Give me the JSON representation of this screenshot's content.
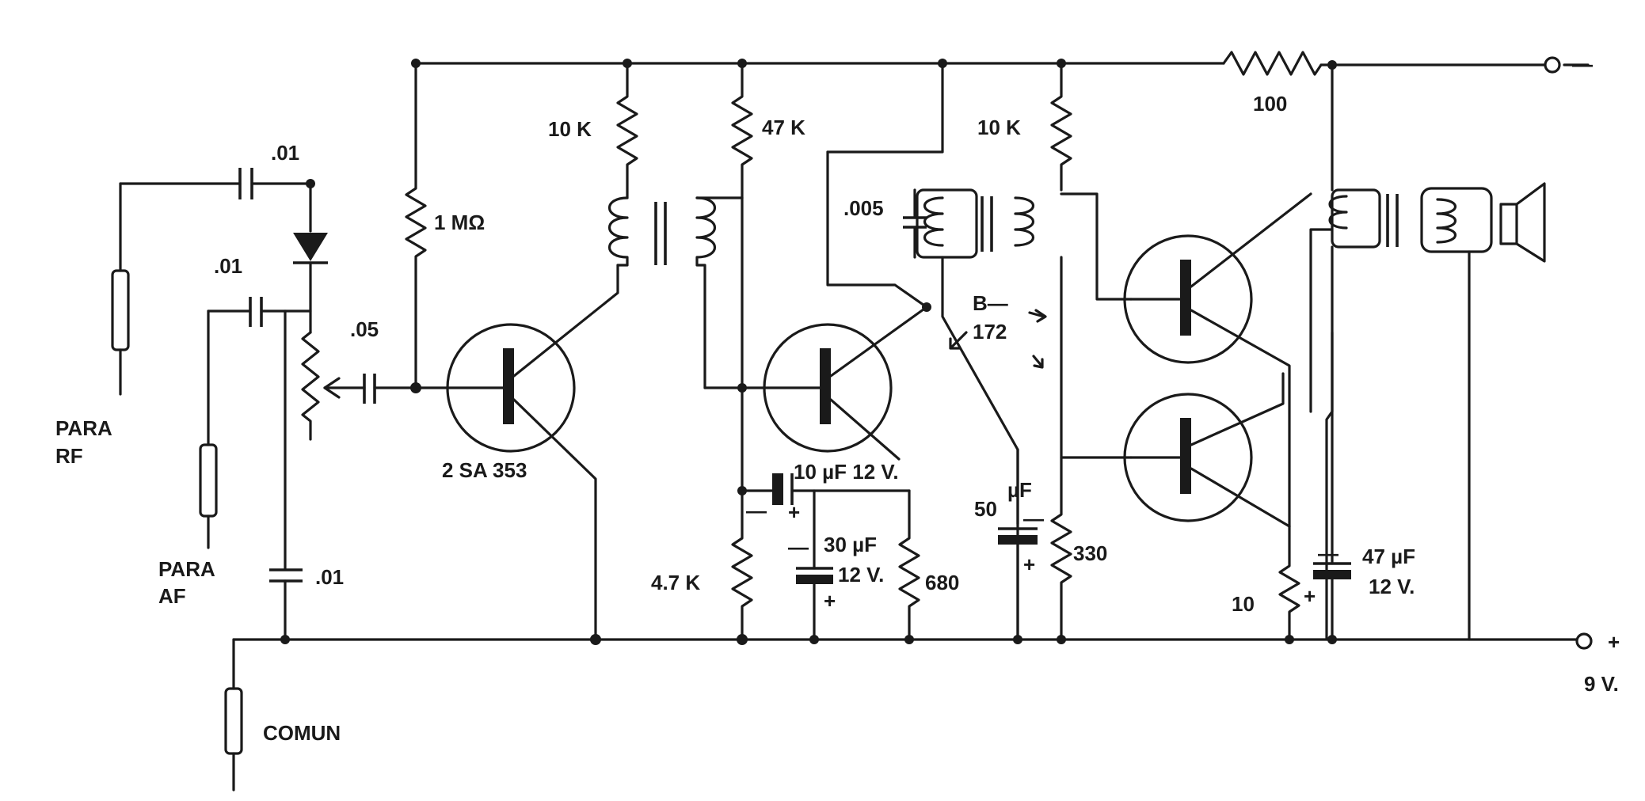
{
  "labels": {
    "cap_rf_in": ".01",
    "cap_af_in": ".01",
    "cap_coupling": ".05",
    "cap_af_bypass": ".01",
    "para_rf_1": "PARA",
    "para_rf_2": "RF",
    "para_af_1": "PARA",
    "para_af_2": "AF",
    "comun": "COMUN",
    "r_bias_1m": "1 MΩ",
    "q1_type": "2 SA 353",
    "r_10k_a": "10 K",
    "r_47k": "47 K",
    "r_10k_b": "10 K",
    "r_100": "100",
    "cap_005": ".005",
    "transformer_ref_1": "B—",
    "transformer_ref_2": "172",
    "cap_10uf": "10 µF 12 V.",
    "cap_30uf_1": "30 µF",
    "cap_30uf_2": "12 V.",
    "r_4k7": "4.7 K",
    "r_680": "680",
    "cap_50uf_1": "50",
    "cap_50uf_2": "µF",
    "r_330": "330",
    "r_10": "10",
    "cap_47uf_1": "47 µF",
    "cap_47uf_2": "12 V.",
    "terminal_neg": "—",
    "terminal_pos": "+",
    "supply_voltage": "9 V.",
    "minus": "—",
    "plus": "+"
  }
}
